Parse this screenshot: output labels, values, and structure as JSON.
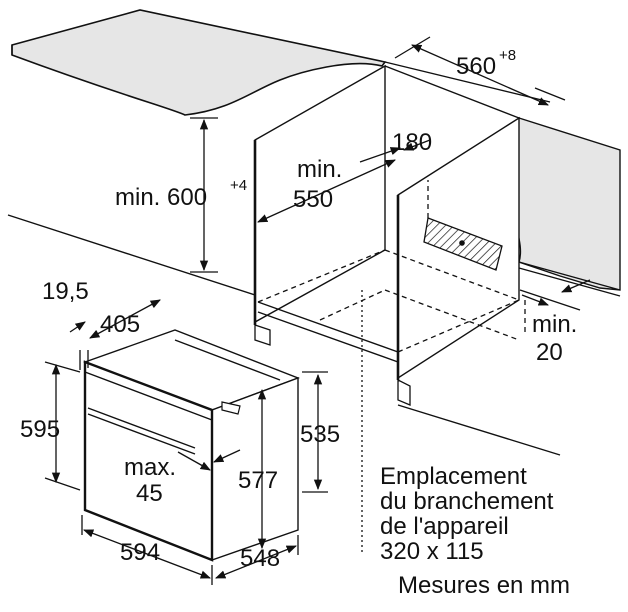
{
  "labels": {
    "width_560": "560",
    "width_560_sup": "+8",
    "height_600_prefix": "min. 600",
    "height_600_sup": "+4",
    "min_550_line1": "min.",
    "min_550_line2": "550",
    "gap_180": "180",
    "min_20_line1": "min.",
    "min_20_line2": "20",
    "dim_19_5": "19,5",
    "dim_405": "405",
    "dim_595": "595",
    "dim_535": "535",
    "dim_577": "577",
    "max_45_line1": "max.",
    "max_45_line2": "45",
    "dim_594": "594",
    "dim_548": "548"
  },
  "note": {
    "line1": "Emplacement",
    "line2": "du branchement",
    "line3": "de l'appareil",
    "line4": "320 x 115"
  },
  "units_caption": "Mesures en mm"
}
